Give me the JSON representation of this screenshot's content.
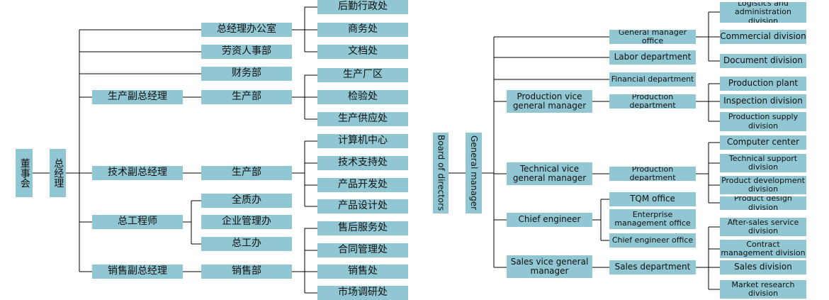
{
  "chinese": {
    "board": "董事会",
    "gm": "总经理",
    "gm_office": "总经理办公室",
    "gm_office_children": [
      "后勤行政处",
      "商务处",
      "文档处"
    ],
    "labor": "劳资人事部",
    "finance": "财务部",
    "prod_vp": "生产副总经理",
    "prod_dept": "生产部",
    "prod_children": [
      "生产厂区",
      "检验处",
      "生产供应处"
    ],
    "tech_vp": "技术副总经理",
    "tech_dept": "生产部",
    "tech_children": [
      "计算机中心",
      "技术支持处",
      "产品开发处",
      "产品设计处"
    ],
    "chief_eng": "总工程师",
    "chief_children": [
      "全质办",
      "企业管理办",
      "总工办"
    ],
    "sales_vp": "销售副总经理",
    "sales_dept": "销售部",
    "sales_children": [
      "售后服务处",
      "合同管理处",
      "销售处",
      "市场调研处"
    ]
  },
  "english": {
    "board": "Board of directors",
    "gm": "General manager",
    "gm_office": "General manager office",
    "gm_office_children": [
      "Logistics and administration division",
      "Commercial division",
      "Document division"
    ],
    "labor": "Labor department",
    "finance": "Financial department",
    "prod_vp": "Production vice general manager",
    "prod_dept": "Production department",
    "prod_children": [
      "Production plant",
      "Inspection division",
      "Production supply division"
    ],
    "tech_vp": "Technical vice general manager",
    "tech_dept": "Production department",
    "tech_children": [
      "Computer center",
      "Technical support division",
      "Product development division",
      "Product design division"
    ],
    "chief_eng": "Chief engineer",
    "chief_children": [
      "TQM office",
      "Enterprise management office",
      "Chief engineer office"
    ],
    "sales_vp": "Sales vice general manager",
    "sales_dept": "Sales department",
    "sales_children": [
      "After-sales service division",
      "Contract management division",
      "Sales division",
      "Market research division"
    ]
  },
  "colors": {
    "box": "#91c7d3",
    "line": "#000000"
  }
}
